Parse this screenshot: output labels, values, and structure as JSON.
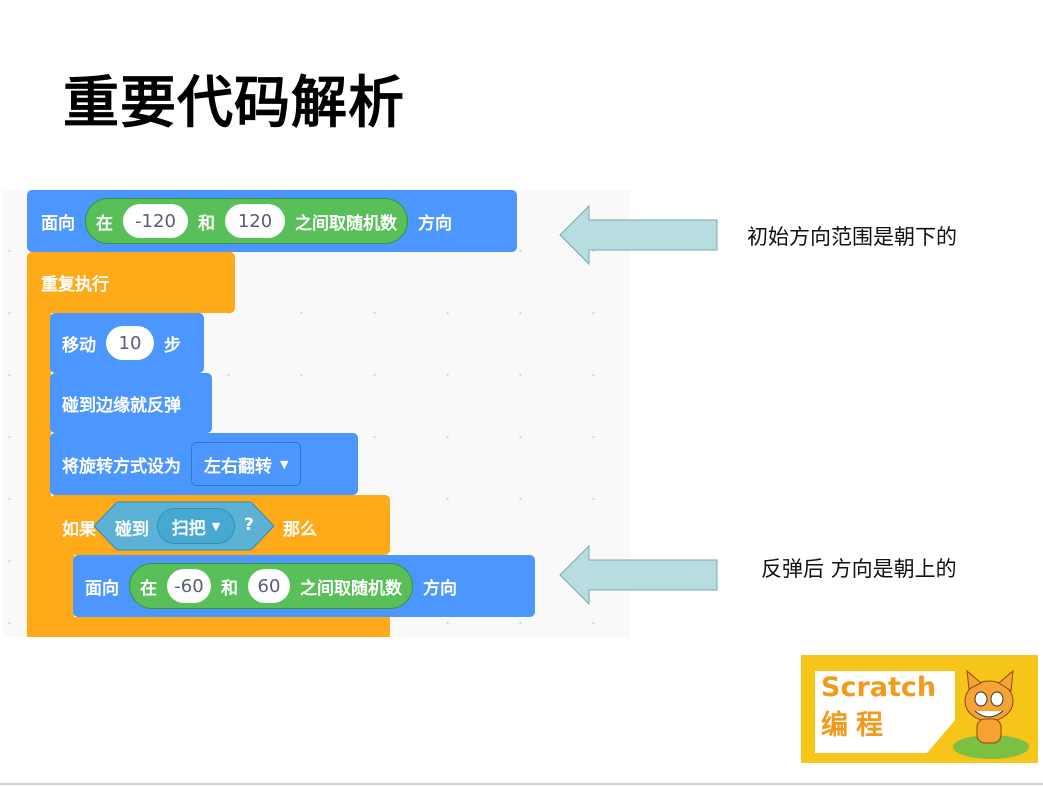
{
  "title": "重要代码解析",
  "code": {
    "face1": {
      "label": "面向",
      "in": "在",
      "min": "-120",
      "and": "和",
      "max": "120",
      "random": "之间取随机数",
      "dir": "方向"
    },
    "forever": "重复执行",
    "move": {
      "label": "移动",
      "steps": "10",
      "unit": "步"
    },
    "bounce": "碰到边缘就反弹",
    "rotation": {
      "label": "将旋转方式设为",
      "value": "左右翻转"
    },
    "if": {
      "label": "如果",
      "touch": "碰到",
      "object": "扫把",
      "q": "?",
      "then": "那么"
    },
    "face2": {
      "label": "面向",
      "in": "在",
      "min": "-60",
      "and": "和",
      "max": "60",
      "random": "之间取随机数",
      "dir": "方向"
    }
  },
  "annotations": [
    "初始方向范围是朝下的",
    "反弹后 方向是朝上的"
  ],
  "logo": {
    "line1": "Scratch",
    "line2": "编程"
  },
  "colors": {
    "motion": "#4c97ff",
    "control": "#ffab19",
    "operator": "#59c059",
    "sensing": "#5cb1d6",
    "arrow": "#b7dde0"
  }
}
